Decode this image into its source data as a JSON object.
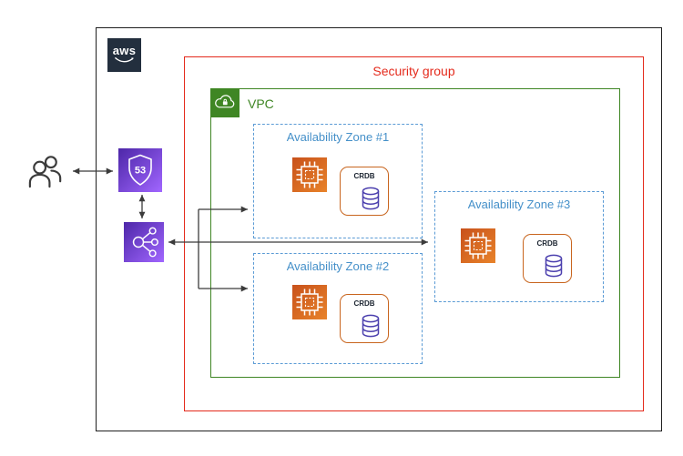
{
  "diagram": {
    "aws_logo_text": "aws",
    "security_group": {
      "label": "Security group"
    },
    "vpc": {
      "label": "VPC"
    },
    "availability_zones": [
      {
        "label": "Availability Zone #1"
      },
      {
        "label": "Availability Zone #2"
      },
      {
        "label": "Availability Zone #3"
      }
    ],
    "crdb": {
      "label": "CRDB"
    },
    "route53": {
      "badge": "53"
    }
  },
  "icons": {
    "aws-logo": "aws-wordmark-with-smile",
    "vpc-icon": "green-cloud-lock",
    "users-icon": "two-person-outline",
    "route53-icon": "purple-shield-53",
    "load-balancer-icon": "purple-network-share",
    "ec2-instance-icon": "orange-chip",
    "database-icon": "purple-cylinder"
  },
  "colors": {
    "outer_border": "#1f1f1f",
    "security_group_red": "#e42a1c",
    "vpc_green": "#3f8624",
    "availability_zone_blue": "#4590c9",
    "ec2_orange": "#d8641c",
    "crdb_border": "#c8651e",
    "database_purple": "#4b3fae",
    "icon_purple_gradient_start": "#4d27a8",
    "icon_purple_gradient_end": "#a166ff",
    "arrow_gray": "#3b3b3b",
    "aws_logo_navy": "#232f3e"
  }
}
